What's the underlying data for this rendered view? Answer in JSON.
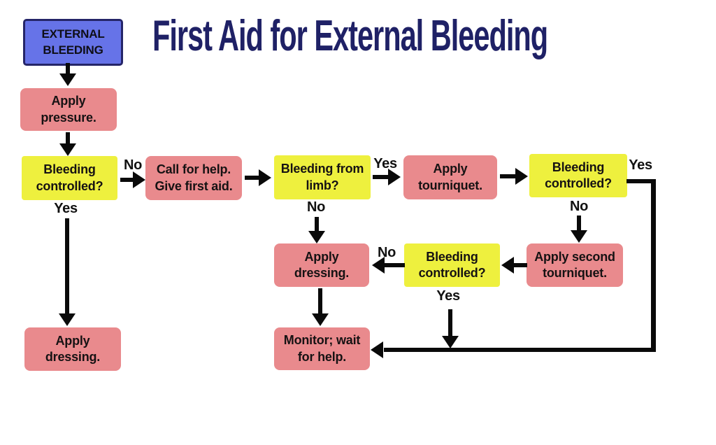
{
  "title": "First Aid for External Bleeding",
  "colors": {
    "bg": "#ffffff",
    "title": "#1f2166",
    "blue": "#6673e8",
    "blue-border": "#252568",
    "pink": "#e98a8d",
    "yellow": "#eef03e",
    "arrow": "#0a0a0a",
    "box-text": "#161213",
    "label-text": "#111111"
  },
  "nodes": {
    "start": {
      "label": "EXTERNAL\nBLEEDING",
      "type": "start",
      "color": "blue"
    },
    "apply_pressure": {
      "label": "Apply\npressure.",
      "type": "action",
      "color": "pink"
    },
    "bleeding_controlled_1": {
      "label": "Bleeding\ncontrolled?",
      "type": "decision",
      "color": "yellow"
    },
    "call_for_help": {
      "label": "Call for help.\nGive first aid.",
      "type": "action",
      "color": "pink"
    },
    "bleeding_from_limb": {
      "label": "Bleeding from\nlimb?",
      "type": "decision",
      "color": "yellow"
    },
    "apply_tourniquet": {
      "label": "Apply\ntourniquet.",
      "type": "action",
      "color": "pink"
    },
    "bleeding_controlled_2": {
      "label": "Bleeding\ncontrolled?",
      "type": "decision",
      "color": "yellow"
    },
    "apply_second_tourniquet": {
      "label": "Apply second\ntourniquet.",
      "type": "action",
      "color": "pink"
    },
    "bleeding_controlled_3": {
      "label": "Bleeding\ncontrolled?",
      "type": "decision",
      "color": "yellow"
    },
    "apply_dressing_mid": {
      "label": "Apply\ndressing.",
      "type": "action",
      "color": "pink"
    },
    "monitor_wait": {
      "label": "Monitor; wait\nfor help.",
      "type": "action",
      "color": "pink"
    },
    "apply_dressing_left": {
      "label": "Apply\ndressing.",
      "type": "action",
      "color": "pink"
    }
  },
  "edge_labels": {
    "no_1": "No",
    "yes_1": "Yes",
    "yes_2": "Yes",
    "no_2": "No",
    "yes_3": "Yes",
    "no_3": "No",
    "no_4": "No",
    "yes_4": "Yes"
  }
}
